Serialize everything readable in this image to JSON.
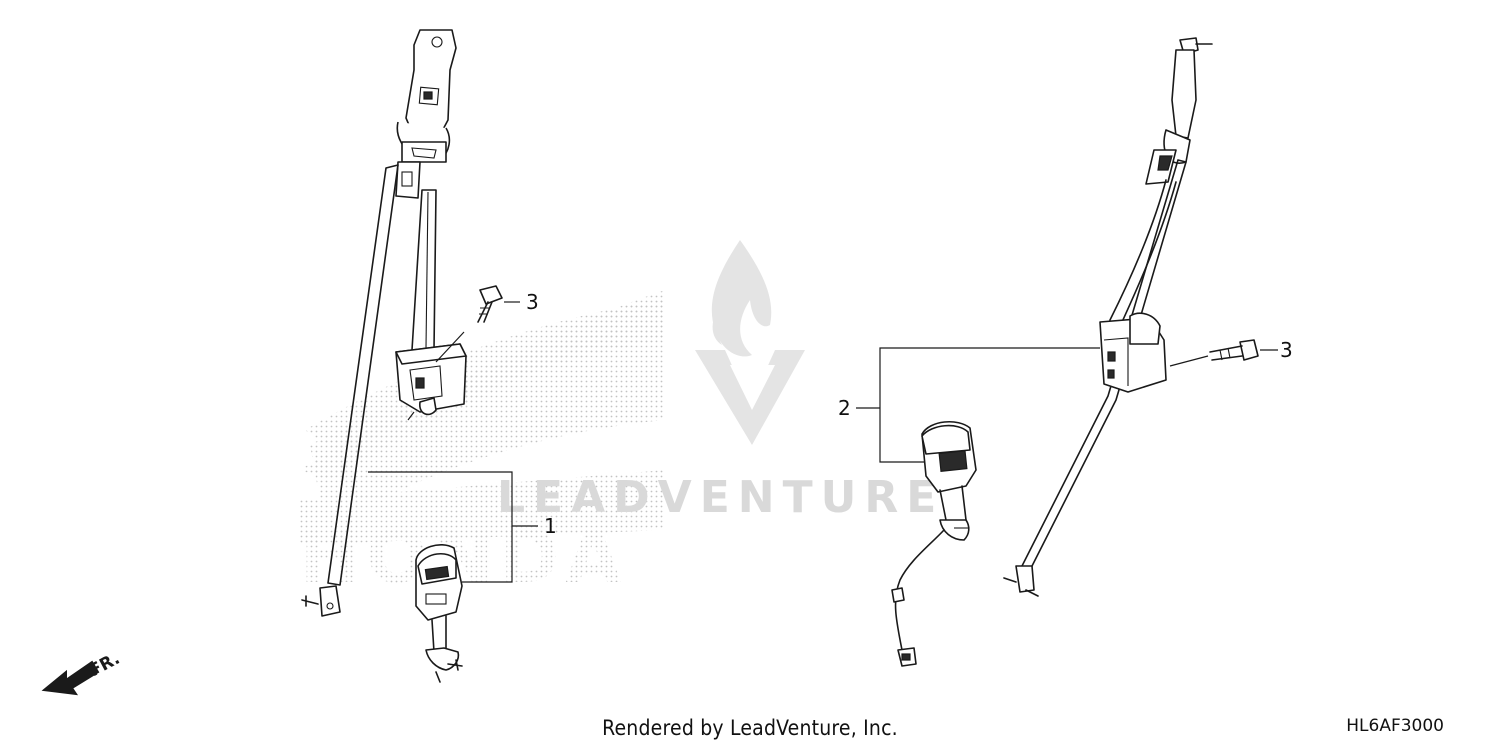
{
  "callouts": {
    "left_bolt": "3",
    "left_buckle": "1",
    "right_buckle": "2",
    "right_bolt": "3"
  },
  "watermark": {
    "brand_text": "LEADVENTURE",
    "background_logo_text": "HONDA"
  },
  "direction_label": "FR.",
  "footer_text": "Rendered by LeadVenture, Inc.",
  "diagram_code": "HL6AF3000",
  "icons": [
    "flame-v-logo-icon",
    "front-direction-arrow-icon"
  ],
  "colors": {
    "lines": "#1a1a1a",
    "watermark": "#d9d9d9",
    "background": "#ffffff"
  }
}
